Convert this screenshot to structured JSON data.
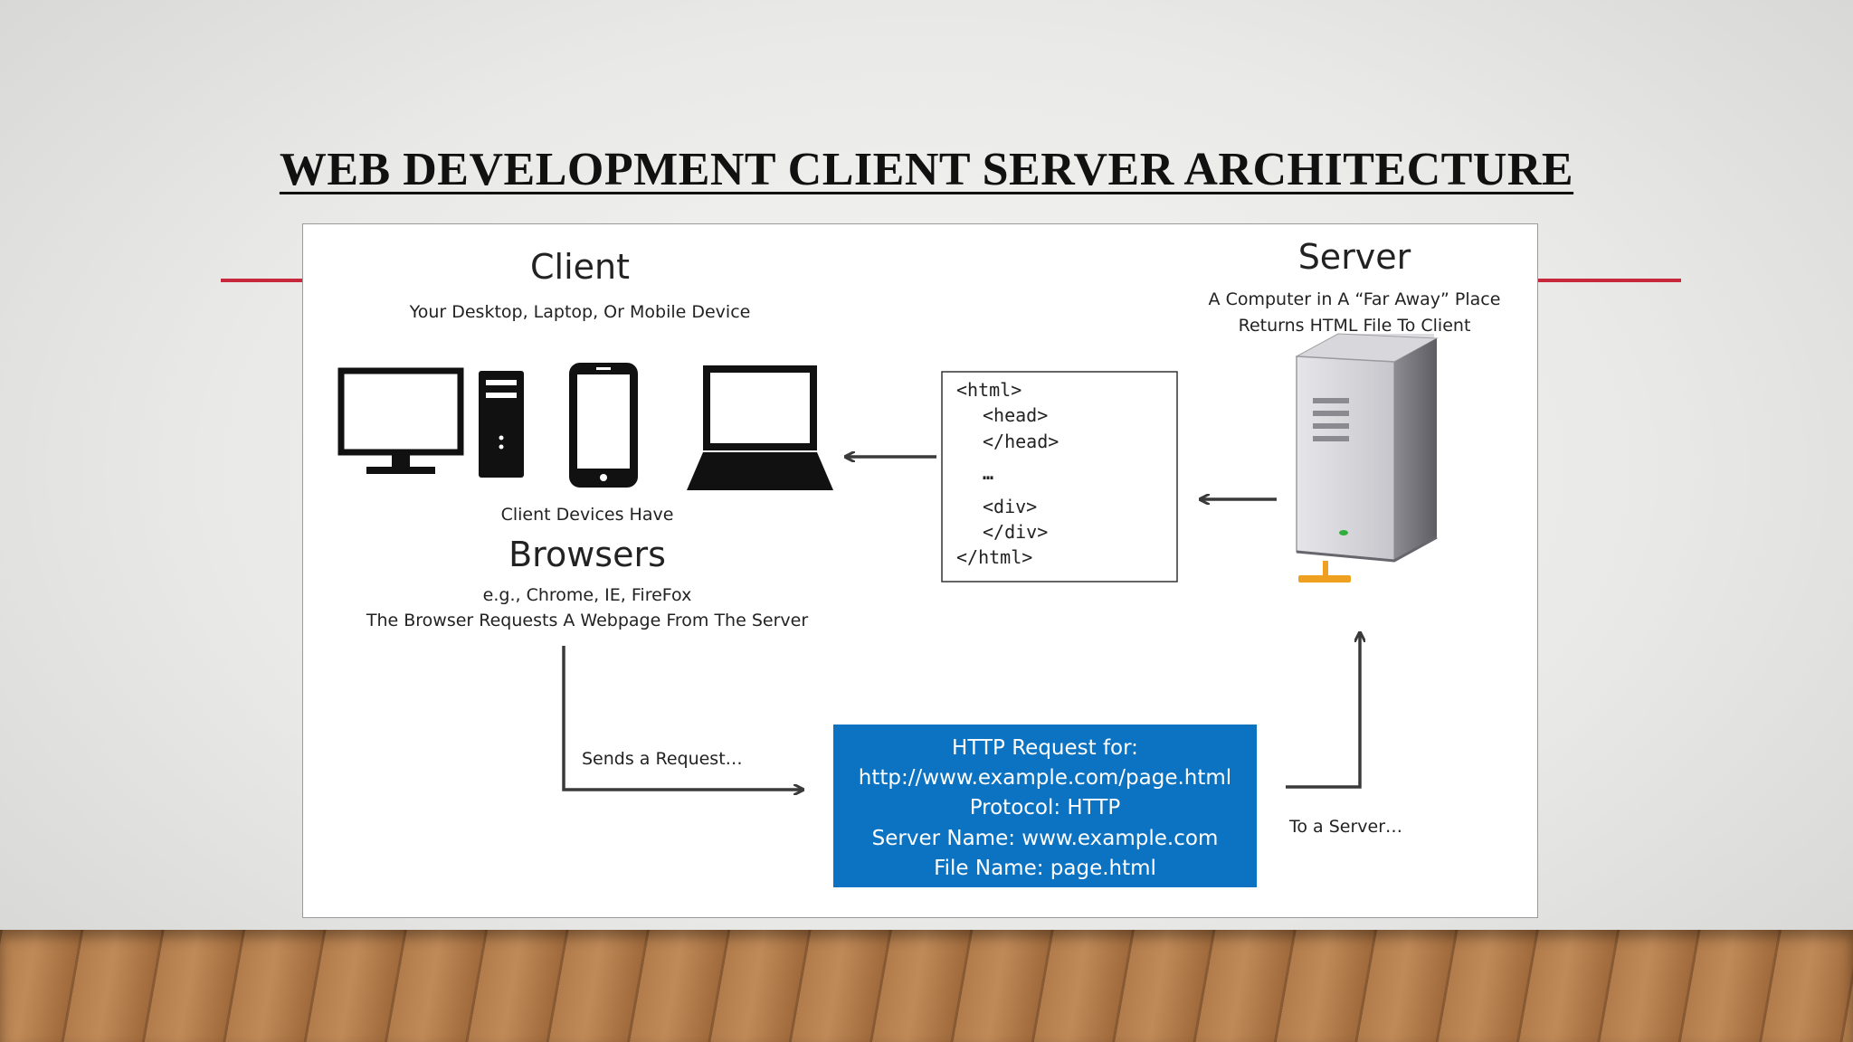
{
  "slide": {
    "title": "WEB DEVELOPMENT CLIENT SERVER ARCHITECTURE",
    "accent_color": "#c8283c"
  },
  "client": {
    "heading": "Client",
    "subtitle": "Your Desktop, Laptop, Or Mobile Device",
    "devices_caption": "Client Devices Have",
    "browsers_heading": "Browsers",
    "browsers_examples": "e.g., Chrome, IE, FireFox",
    "browser_request": "The Browser  Requests A Webpage From  The Server"
  },
  "server": {
    "heading": "Server",
    "subtitle_line1": "A Computer  in A “Far Away” Place",
    "subtitle_line2": "Returns HTML File To Client"
  },
  "html_file": {
    "lines": [
      "<html>",
      "<head>",
      "</head>",
      "…",
      "<div>",
      "</div>",
      "</html>"
    ]
  },
  "request_flow": {
    "sends_label": "Sends a Request…",
    "to_server_label": "To a Server…"
  },
  "http_request": {
    "box_color": "#0b73c2",
    "lines": [
      "HTTP Request for:",
      "http://www.example.com/page.html",
      "Protocol: HTTP",
      "Server Name: www.example.com",
      "File Name: page.html"
    ]
  },
  "icons": [
    "desktop-monitor-icon",
    "desktop-tower-icon",
    "smartphone-icon",
    "laptop-icon",
    "server-icon"
  ]
}
